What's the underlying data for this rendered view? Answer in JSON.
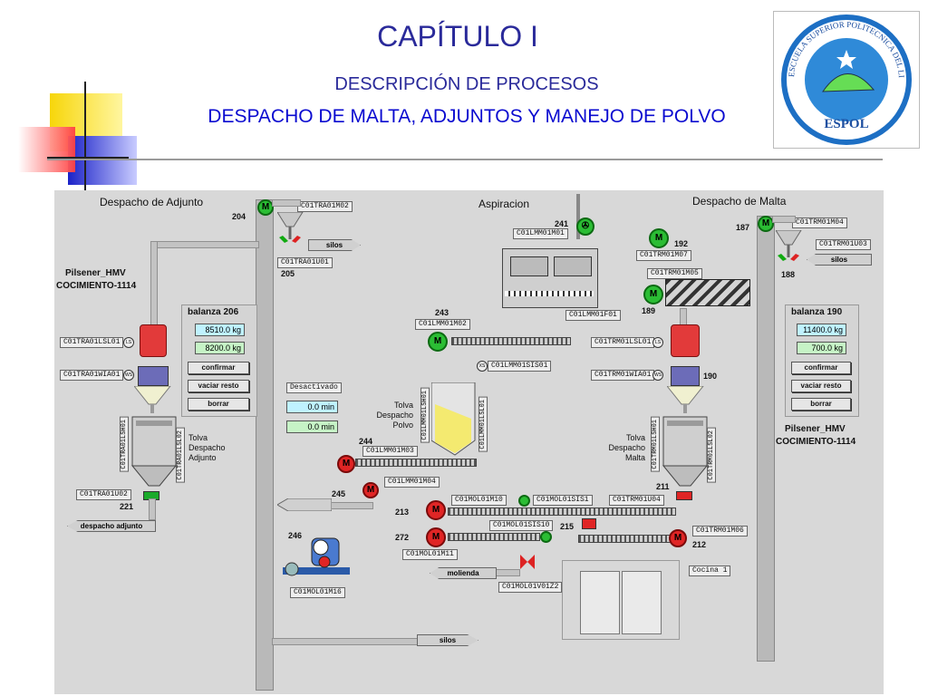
{
  "header": {
    "title": "CAPÍTULO I",
    "subtitle": "DESCRIPCIÓN DE PROCESOS",
    "heading": "DESPACHO DE MALTA, ADJUNTOS Y MANEJO DE POLVO",
    "logo_top": "ESCUELA SUPERIOR POLITECNICA DEL LITORAL",
    "logo_bottom": "ESPOL"
  },
  "sections": {
    "adjunto": "Despacho de Adjunto",
    "aspiracion": "Aspiracion",
    "malta": "Despacho de Malta"
  },
  "left": {
    "pilsener": "Pilsener_HMV",
    "cocimiento": "COCIMIENTO-1114",
    "balance_title": "balanza 206",
    "val1": "8510.0 kg",
    "val2": "8200.0 kg",
    "btn_confirm": "confirmar",
    "btn_vaciar": "vaciar resto",
    "btn_borrar": "borrar",
    "tolva": "Tolva Despacho Adjunto",
    "tag_ls": "C01TRA01LSL01",
    "tag_ws": "C01TRA01WIA01",
    "tag_tra02": "C01TRA01M02",
    "tag_u01": "C01TRA01U01",
    "tag_u02": "C01TRA01U02",
    "tag_lsh": "C01TRA01LSH01",
    "tag_lsl02": "C01TRA01LSL02",
    "n204": "204",
    "n205": "205",
    "n221": "221",
    "silos": "silos",
    "despacho": "despacho adjunto"
  },
  "right": {
    "pilsener": "Pilsener_HMV",
    "cocimiento": "COCIMIENTO-1114",
    "balance_title": "balanza 190",
    "val1": "11400.0 kg",
    "val2": "700.0 kg",
    "btn_confirm": "confirmar",
    "btn_vaciar": "vaciar resto",
    "btn_borrar": "borrar",
    "tolva": "Tolva Despacho Malta",
    "tag_m04": "C01TRM01M04",
    "tag_u03": "C01TRM01U03",
    "tag_m07": "C01TRM01M07",
    "tag_m05": "C01TRM01M05",
    "tag_ls": "C01TRM01LSL01",
    "tag_ws": "C01TRM01WIA01",
    "tag_lsh": "C01TRM01LSH01",
    "tag_lsl02": "C01TRM01LSL02",
    "tag_u04": "C01TRM01U04",
    "tag_m06": "C01TRM01M06",
    "n187": "187",
    "n192": "192",
    "n188": "188",
    "n189": "189",
    "n190": "190",
    "n211": "211",
    "n212": "212",
    "silos": "silos"
  },
  "center": {
    "n241": "241",
    "n243": "243",
    "n244": "244",
    "n245": "245",
    "n246": "246",
    "n213": "213",
    "n272": "272",
    "n215": "215",
    "tag_lmm01": "C01LMM01M01",
    "tag_lmm02": "C01LMM01M02",
    "tag_lmm03": "C01LMM01M03",
    "tag_lmm04": "C01LMM01M04",
    "tag_f01": "C01LMM01F01",
    "tag_sis01": "C01LMM01SIS01",
    "tag_lsh01": "C01LMM01LSH01",
    "tag_lsl01": "C01LMM01LSL01",
    "tag_mol10": "C01MOL01M10",
    "tag_mol_sis1": "C01MOL01SIS1",
    "tag_mol_sis10": "C01MOL01SIS10",
    "tag_mol11": "C01MOL01M11",
    "tag_mol16": "C01MOL01M16",
    "tag_mol_v": "C01MOL01V01Z2",
    "desactivado": "Desactivado",
    "min1": "0.0 min",
    "min2": "0.0 min",
    "tolva": "Tolva Despacho Polvo",
    "molienda": "molienda",
    "cocina": "Cocina 1",
    "silos": "silos"
  },
  "colors": {
    "title": "#2a2a9a",
    "heading": "#0a0ad0",
    "motor_on": "#2bbd34",
    "motor_off": "#e02525"
  }
}
